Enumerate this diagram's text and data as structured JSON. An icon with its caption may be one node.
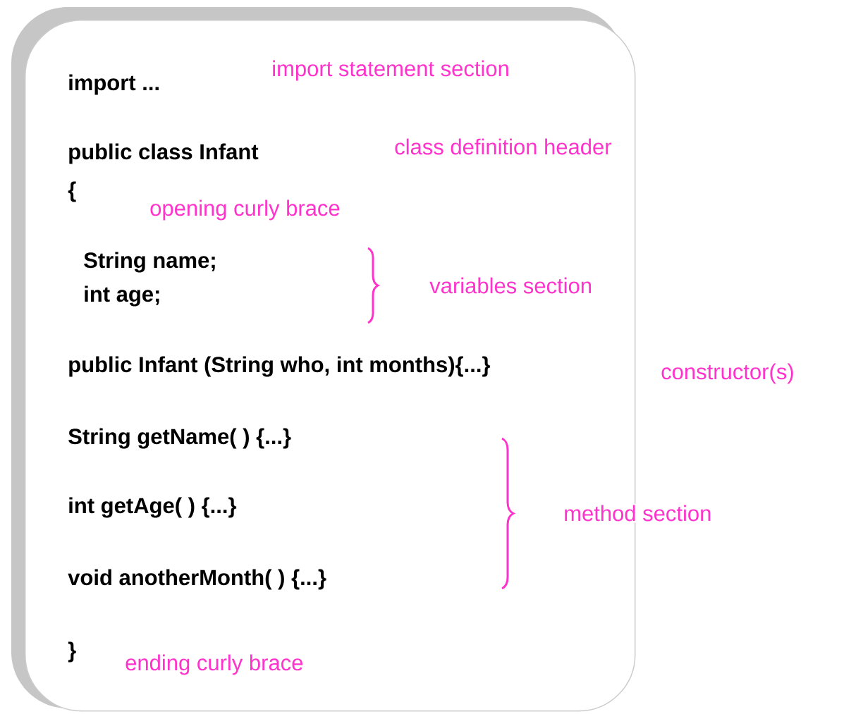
{
  "diagram": {
    "nodes": [
      {
        "text": [
          "import ...",
          "public class Infant",
          "{",
          "String name;",
          "int age;",
          "public Infant (String who, int months){...}",
          "String getName( ) {...}",
          "int getAge( ) {...}",
          "void anotherMonth( ) {...}",
          "}"
        ]
      }
    ],
    "labels": [
      "import statement section",
      "class definition header",
      "opening curly brace",
      "variables section",
      "constructor(s)",
      "method section",
      "ending curly brace"
    ]
  }
}
